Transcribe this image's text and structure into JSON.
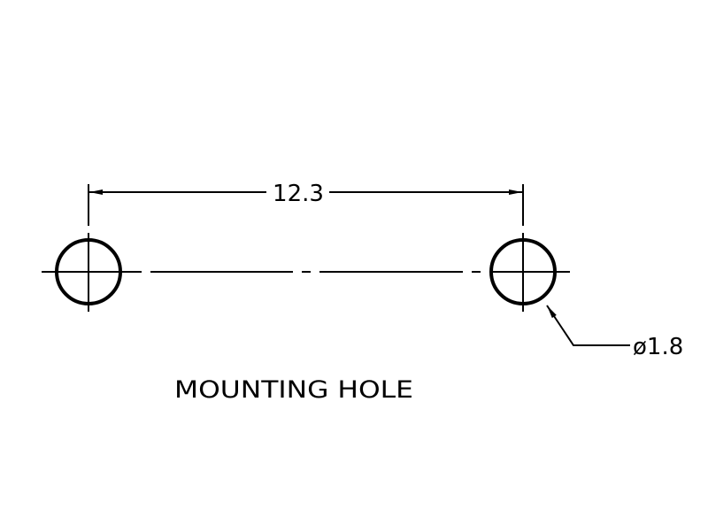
{
  "drawing": {
    "dimension_spacing": "12.3",
    "hole_diameter": "ø1.8",
    "caption": "MOUNTING HOLE",
    "line_color": "#000000",
    "background": "#ffffff"
  }
}
